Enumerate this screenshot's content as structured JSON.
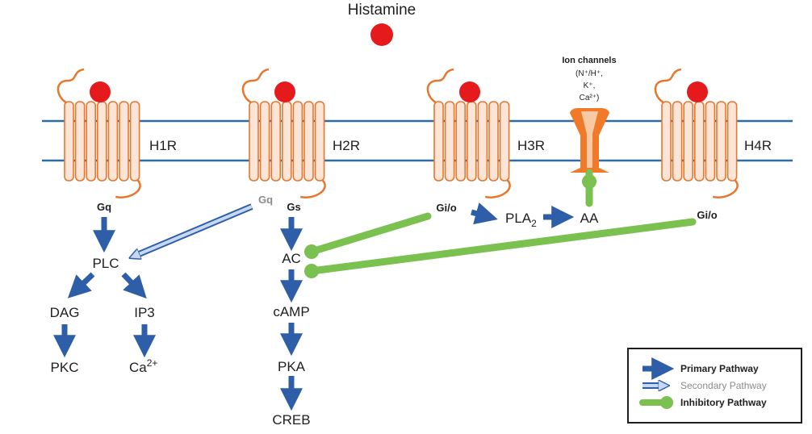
{
  "title": "Histamine",
  "receptors": [
    {
      "label": "H1R",
      "g_protein": "Gq"
    },
    {
      "label": "H2R",
      "g_protein_primary": "Gs",
      "g_protein_secondary": "Gq"
    },
    {
      "label": "H3R",
      "g_protein": "Gi/o"
    },
    {
      "label": "H4R",
      "g_protein": "Gi/o"
    }
  ],
  "ion_channels": {
    "title": "Ion channels",
    "line1": "(N⁺/H⁺,",
    "line2": "K⁺,",
    "line3": "Ca²⁺)"
  },
  "nodes": {
    "plc": "PLC",
    "dag": "DAG",
    "ip3": "IP3",
    "pkc": "PKC",
    "ca": "Ca",
    "ca_sup": "2+",
    "ac": "AC",
    "camp": "cAMP",
    "pka": "PKA",
    "creb": "CREB",
    "pla": "PLA",
    "pla_sub": "2",
    "aa": "AA"
  },
  "legend": {
    "primary": "Primary Pathway",
    "secondary": "Secondary Pathway",
    "inhibitory": "Inhibitory Pathway"
  },
  "colors": {
    "membrane": "#2e6da4",
    "receptor_fill": "#fce4d6",
    "receptor_stroke": "#e8762d",
    "ligand": "#e41a1c",
    "primary_arrow": "#2e5ea8",
    "secondary_arrow": "#c7d9f0",
    "inhibitory": "#7ac14f",
    "channel_outer": "#f07a2a",
    "channel_inner": "#f9c9a4"
  }
}
